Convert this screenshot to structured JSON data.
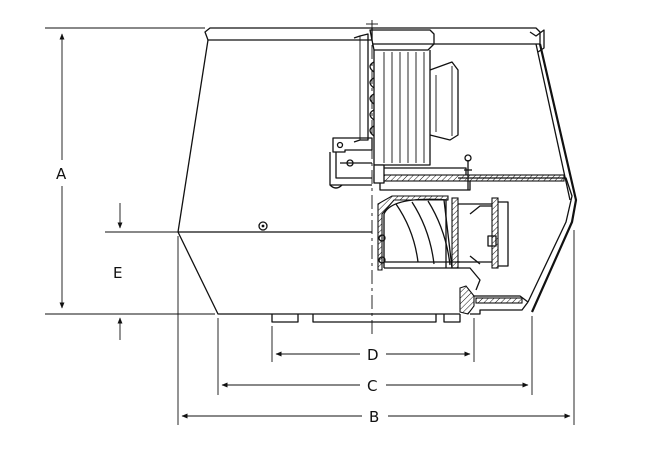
{
  "labels": {
    "A": "A",
    "B": "B",
    "C": "C",
    "D": "D",
    "E": "E"
  }
}
